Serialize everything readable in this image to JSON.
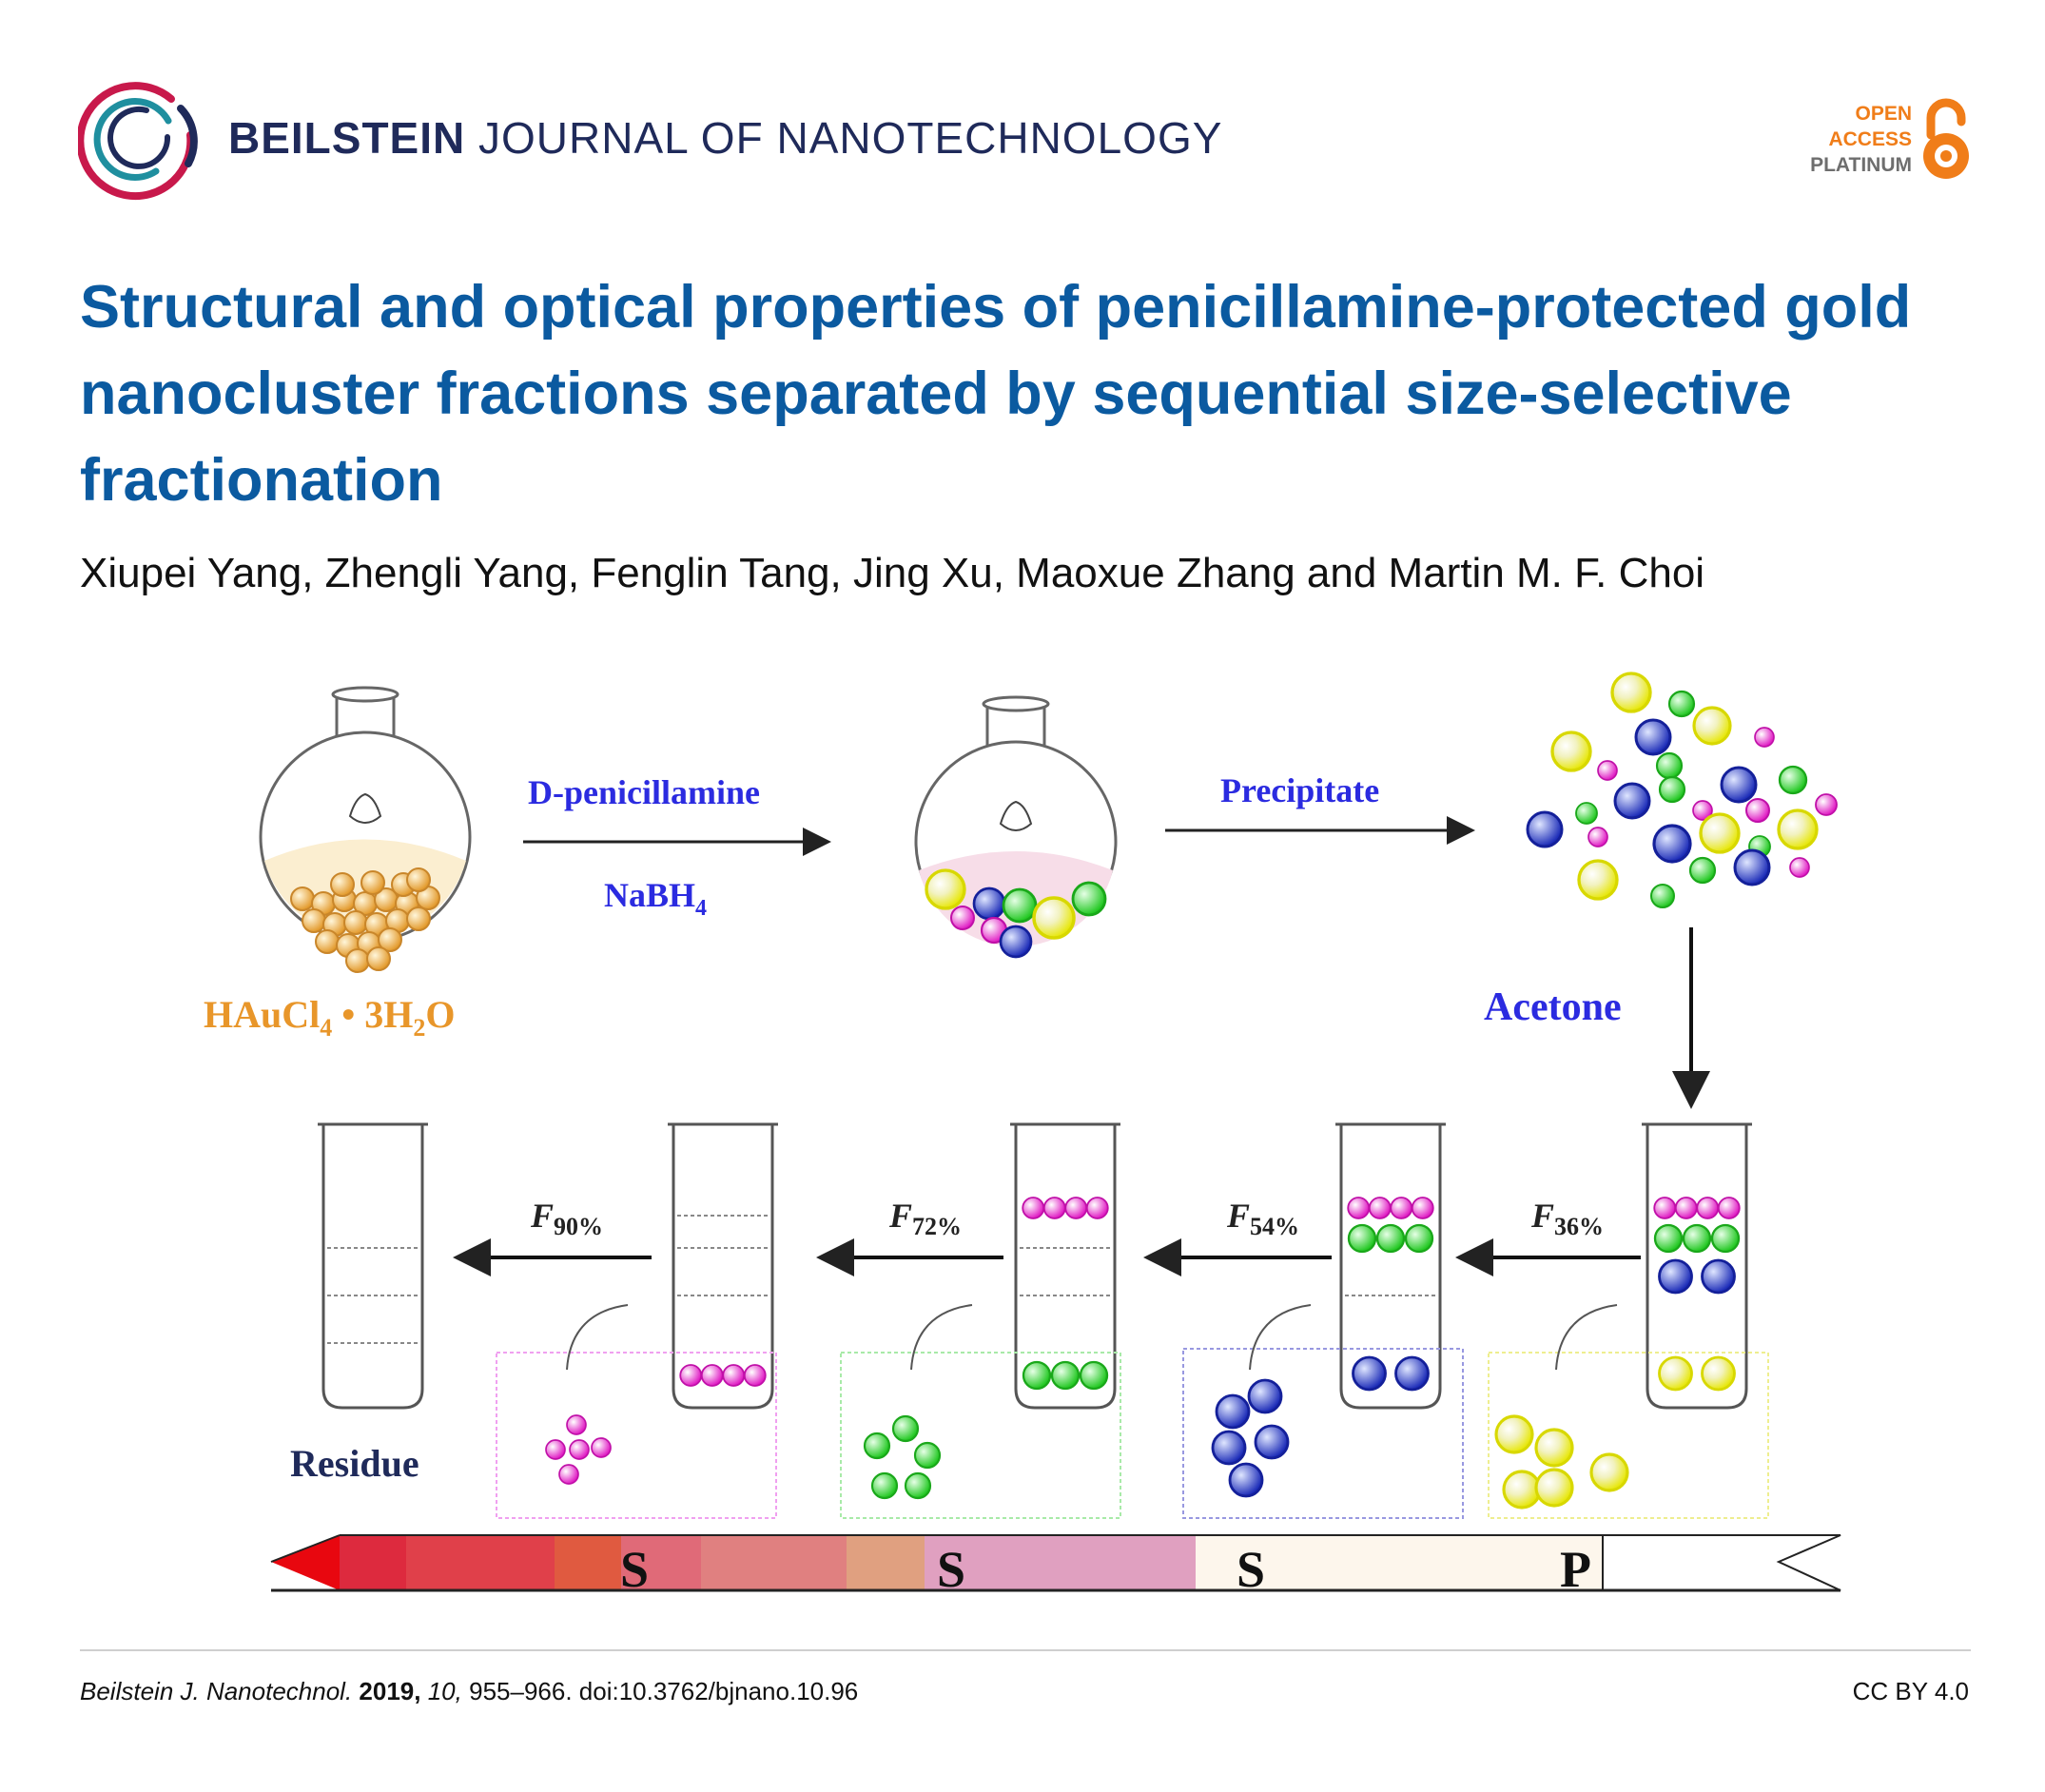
{
  "header": {
    "journal_bold": "BEILSTEIN",
    "journal_rest": "JOURNAL OF NANOTECHNOLOGY",
    "open_access": [
      "OPEN",
      "ACCESS",
      "PLATINUM"
    ],
    "logo_icon": "beilstein-ring-logo",
    "oa_icon": "open-access-lock-icon",
    "colors": {
      "navy": "#1f2a5a",
      "orange": "#f07d19",
      "title_blue": "#0b5aa0"
    }
  },
  "article": {
    "title": "Structural and optical properties of penicillamine-protected gold nanocluster fractions separated by sequential size-selective fractionation",
    "authors": "Xiupei Yang, Zhengli Yang, Fenglin Tang, Jing Xu, Maoxue Zhang and Martin M. F. Choi"
  },
  "figure": {
    "reagent1": "D-penicillamine",
    "reagent2_base": "NaBH",
    "reagent2_sub": "4",
    "precursor_base1": "HAuCl",
    "precursor_sub1": "4",
    "precursor_mid": " • 3H",
    "precursor_sub2": "2",
    "precursor_end": "O",
    "step_precipitate": "Precipitate",
    "step_acetone": "Acetone",
    "fractions": [
      {
        "base": "F",
        "sub": "90%"
      },
      {
        "base": "F",
        "sub": "72%"
      },
      {
        "base": "F",
        "sub": "54%"
      },
      {
        "base": "F",
        "sub": "36%"
      }
    ],
    "residue": "Residue",
    "scale_labels": [
      "S",
      "S",
      "S",
      "P"
    ],
    "particle_colors": {
      "gold": "#e8a83a",
      "yellow": "#f2f01c",
      "green": "#3ed23e",
      "blue": "#2f3fc8",
      "magenta": "#e030c8"
    }
  },
  "footer": {
    "journal_abbrev": "Beilstein J. Nanotechnol.",
    "year": "2019,",
    "volume": "10,",
    "pages_doi": "955–966. doi:10.3762/bjnano.10.96",
    "license": "CC BY 4.0"
  }
}
